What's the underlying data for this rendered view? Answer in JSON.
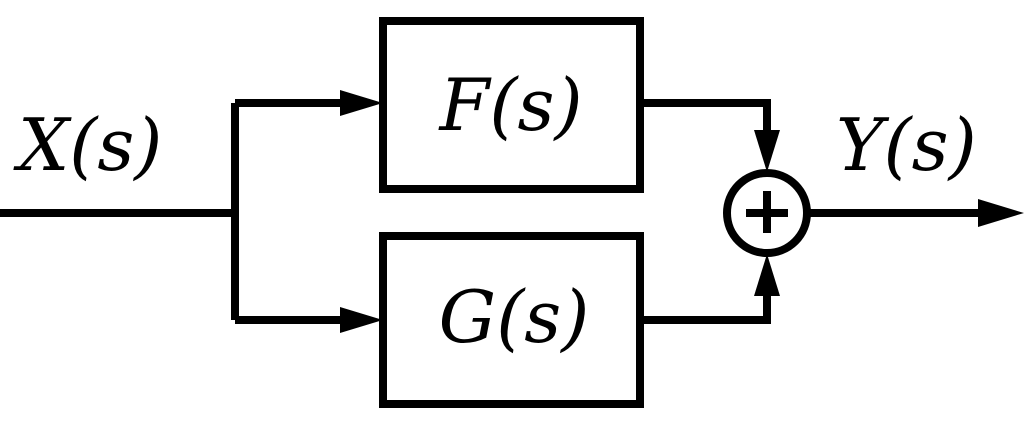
{
  "diagram": {
    "input_label": "X(s)",
    "output_label": "Y(s)",
    "block_top": "F(s)",
    "block_bottom": "G(s)",
    "summing_symbol": "+",
    "color": "#000000"
  }
}
